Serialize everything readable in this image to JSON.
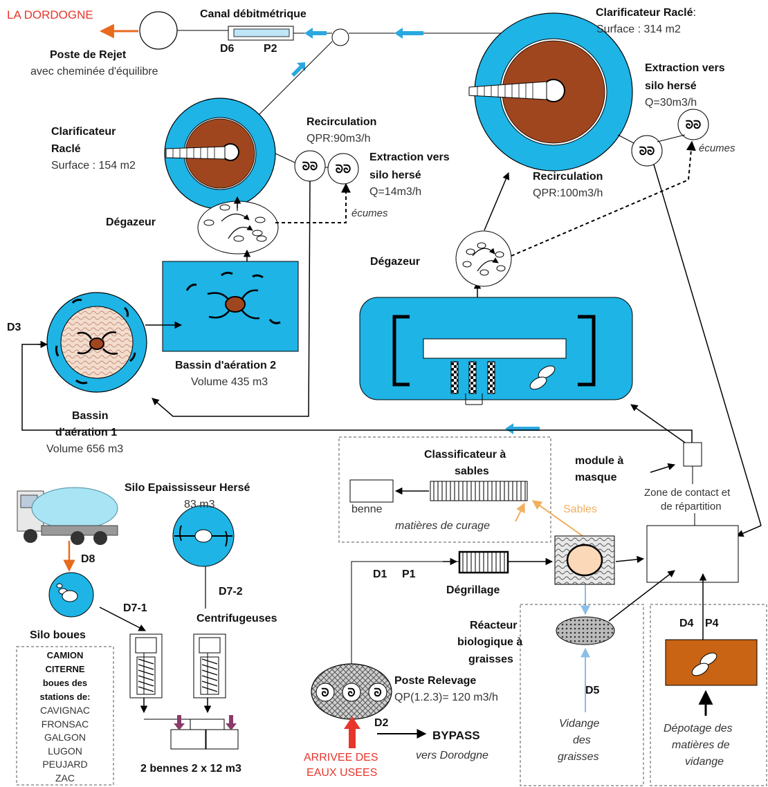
{
  "labels": {
    "la_dordogne": "LA DORDOGNE",
    "canal_debitmetrique": "Canal débitmétrique",
    "d6": "D6",
    "p2": "P2",
    "poste_rejet_title": "Poste de Rejet",
    "poste_rejet_sub": "avec cheminée d'équilibre",
    "clarif_racle_big_title": "Clarificateur Raclé",
    "clarif_racle_big_colon": ":",
    "clarif_racle_big_surface": "Surface : 314 m2",
    "extraction_right_l1": "Extraction vers",
    "extraction_right_l2": "silo hersé",
    "extraction_right_q": "Q=30m3/h",
    "ecumes_right": "écumes",
    "clarif_racle_small_l1": "Clarificateur",
    "clarif_racle_small_l2": "Raclé",
    "clarif_racle_small_surface": "Surface : 154 m2",
    "recirculation_left": "Recirculation",
    "qpr_90": "QPR:90m3/h",
    "extraction_left_l1": "Extraction vers",
    "extraction_left_l2": "silo hersé",
    "extraction_left_q": "Q=14m3/h",
    "ecumes_left": "écumes",
    "degazeur_left": "Dégazeur",
    "recirculation_right": "Recirculation",
    "qpr_100": "QPR:100m3/h",
    "degazeur_right": "Dégazeur",
    "d3": "D3",
    "bassin2_title": "Bassin d'aération 2",
    "bassin2_volume": "Volume 435 m3",
    "bassin1_l1": "Bassin",
    "bassin1_l2": "d'aération 1",
    "bassin1_volume": "Volume 656 m3",
    "classificateur_l1": "Classificateur à",
    "classificateur_l2": "sables",
    "benne": "benne",
    "matieres_curage": "matières de curage",
    "sables": "Sables",
    "module_masque_l1": "module à",
    "module_masque_l2": "masque",
    "zone_contact_l1": "Zone de contact et",
    "zone_contact_l2": "de répartition",
    "silo_epaississeur": "Silo Epaississeur Hersé",
    "silo_volume": "83 m3",
    "d8": "D8",
    "d7_1": "D7-1",
    "d7_2": "D7-2",
    "centrifugeuses": "Centrifugeuses",
    "silo_boues": "Silo boues",
    "camion_list": [
      "CAMION",
      "CITERNE",
      "boues des",
      "stations de:",
      "CAVIGNAC",
      "FRONSAC",
      "GALGON",
      "LUGON",
      "PEUJARD",
      "ZAC"
    ],
    "bennes_2": "2 bennes 2 x 12 m3",
    "d1": "D1",
    "p1": "P1",
    "degrillage": "Dégrillage",
    "reacteur_l1": "Réacteur",
    "reacteur_l2": "biologique à",
    "reacteur_l3": "graisses",
    "poste_relevage": "Poste Relevage",
    "qp_relevage": "QP(1.2.3)= 120 m3/h",
    "d2": "D2",
    "bypass": "BYPASS",
    "vers_dordogne": "vers Dorodgne",
    "arrivee_l1": "ARRIVEE DES",
    "arrivee_l2": "EAUX USEES",
    "d5": "D5",
    "vidange_l1": "Vidange",
    "vidange_l2": "des",
    "vidange_l3": "graisses",
    "d4": "D4",
    "p4": "P4",
    "depotage_l1": "Dépotage des",
    "depotage_l2": "matières de",
    "depotage_l3": "vidange"
  },
  "colors": {
    "water_blue": "#1eb4e6",
    "sludge_brown": "#a0461e",
    "flow_arrow_blue": "#2aa8e0",
    "outflow_orange": "#e86a1e",
    "inflow_red": "#e8352b",
    "sables_orange": "#f0b060",
    "grease_tank_brown": "#c86414",
    "light_blue_arrow": "#8cbde8",
    "purple_arrow": "#8a3a6a"
  }
}
